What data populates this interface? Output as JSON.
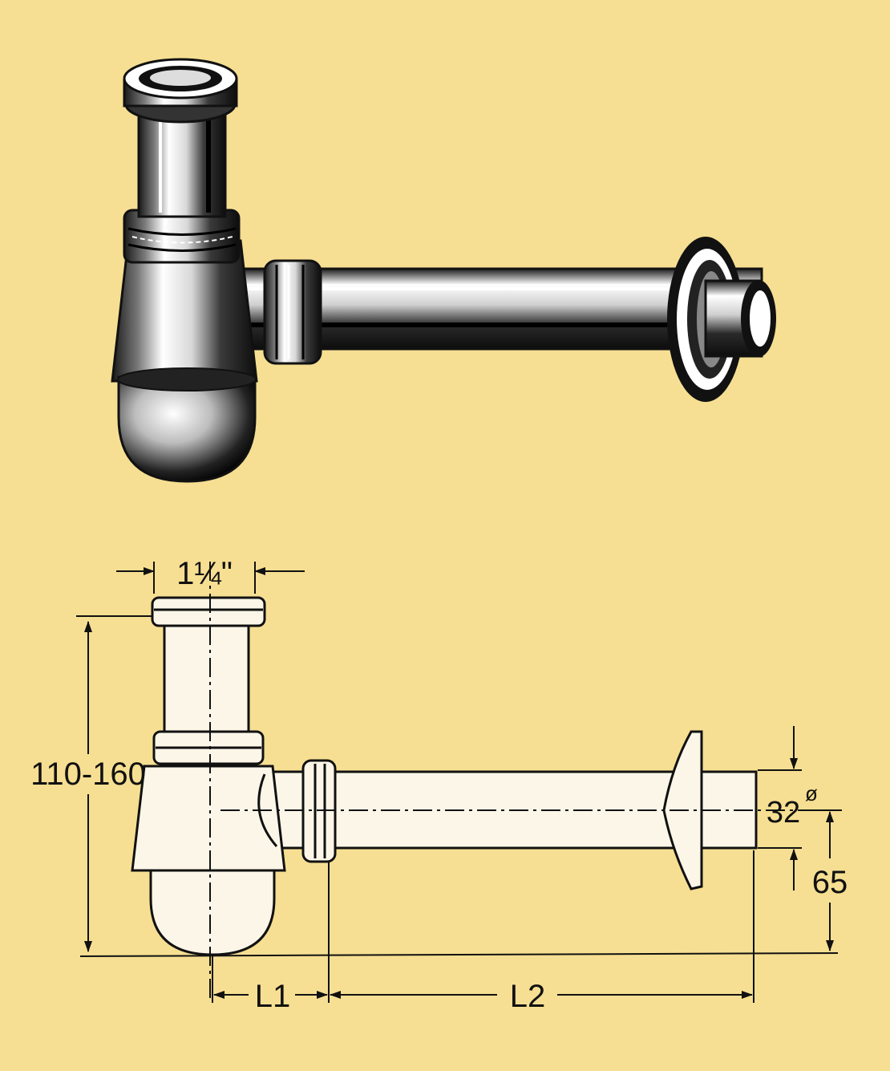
{
  "colors": {
    "background": "#f6df92",
    "ink": "#111111",
    "chrome_light": "#ffffff",
    "chrome_mid": "#9a9a9a",
    "chrome_dark": "#1a1a1a",
    "drawing_fill": "#fbf6e8"
  },
  "dimensions": {
    "inlet_size": "1¼\"",
    "height_range": "110-160",
    "outlet_diameter": "32",
    "diameter_symbol": "ø",
    "outlet_height": "65",
    "l1": "L1",
    "l2": "L2"
  }
}
